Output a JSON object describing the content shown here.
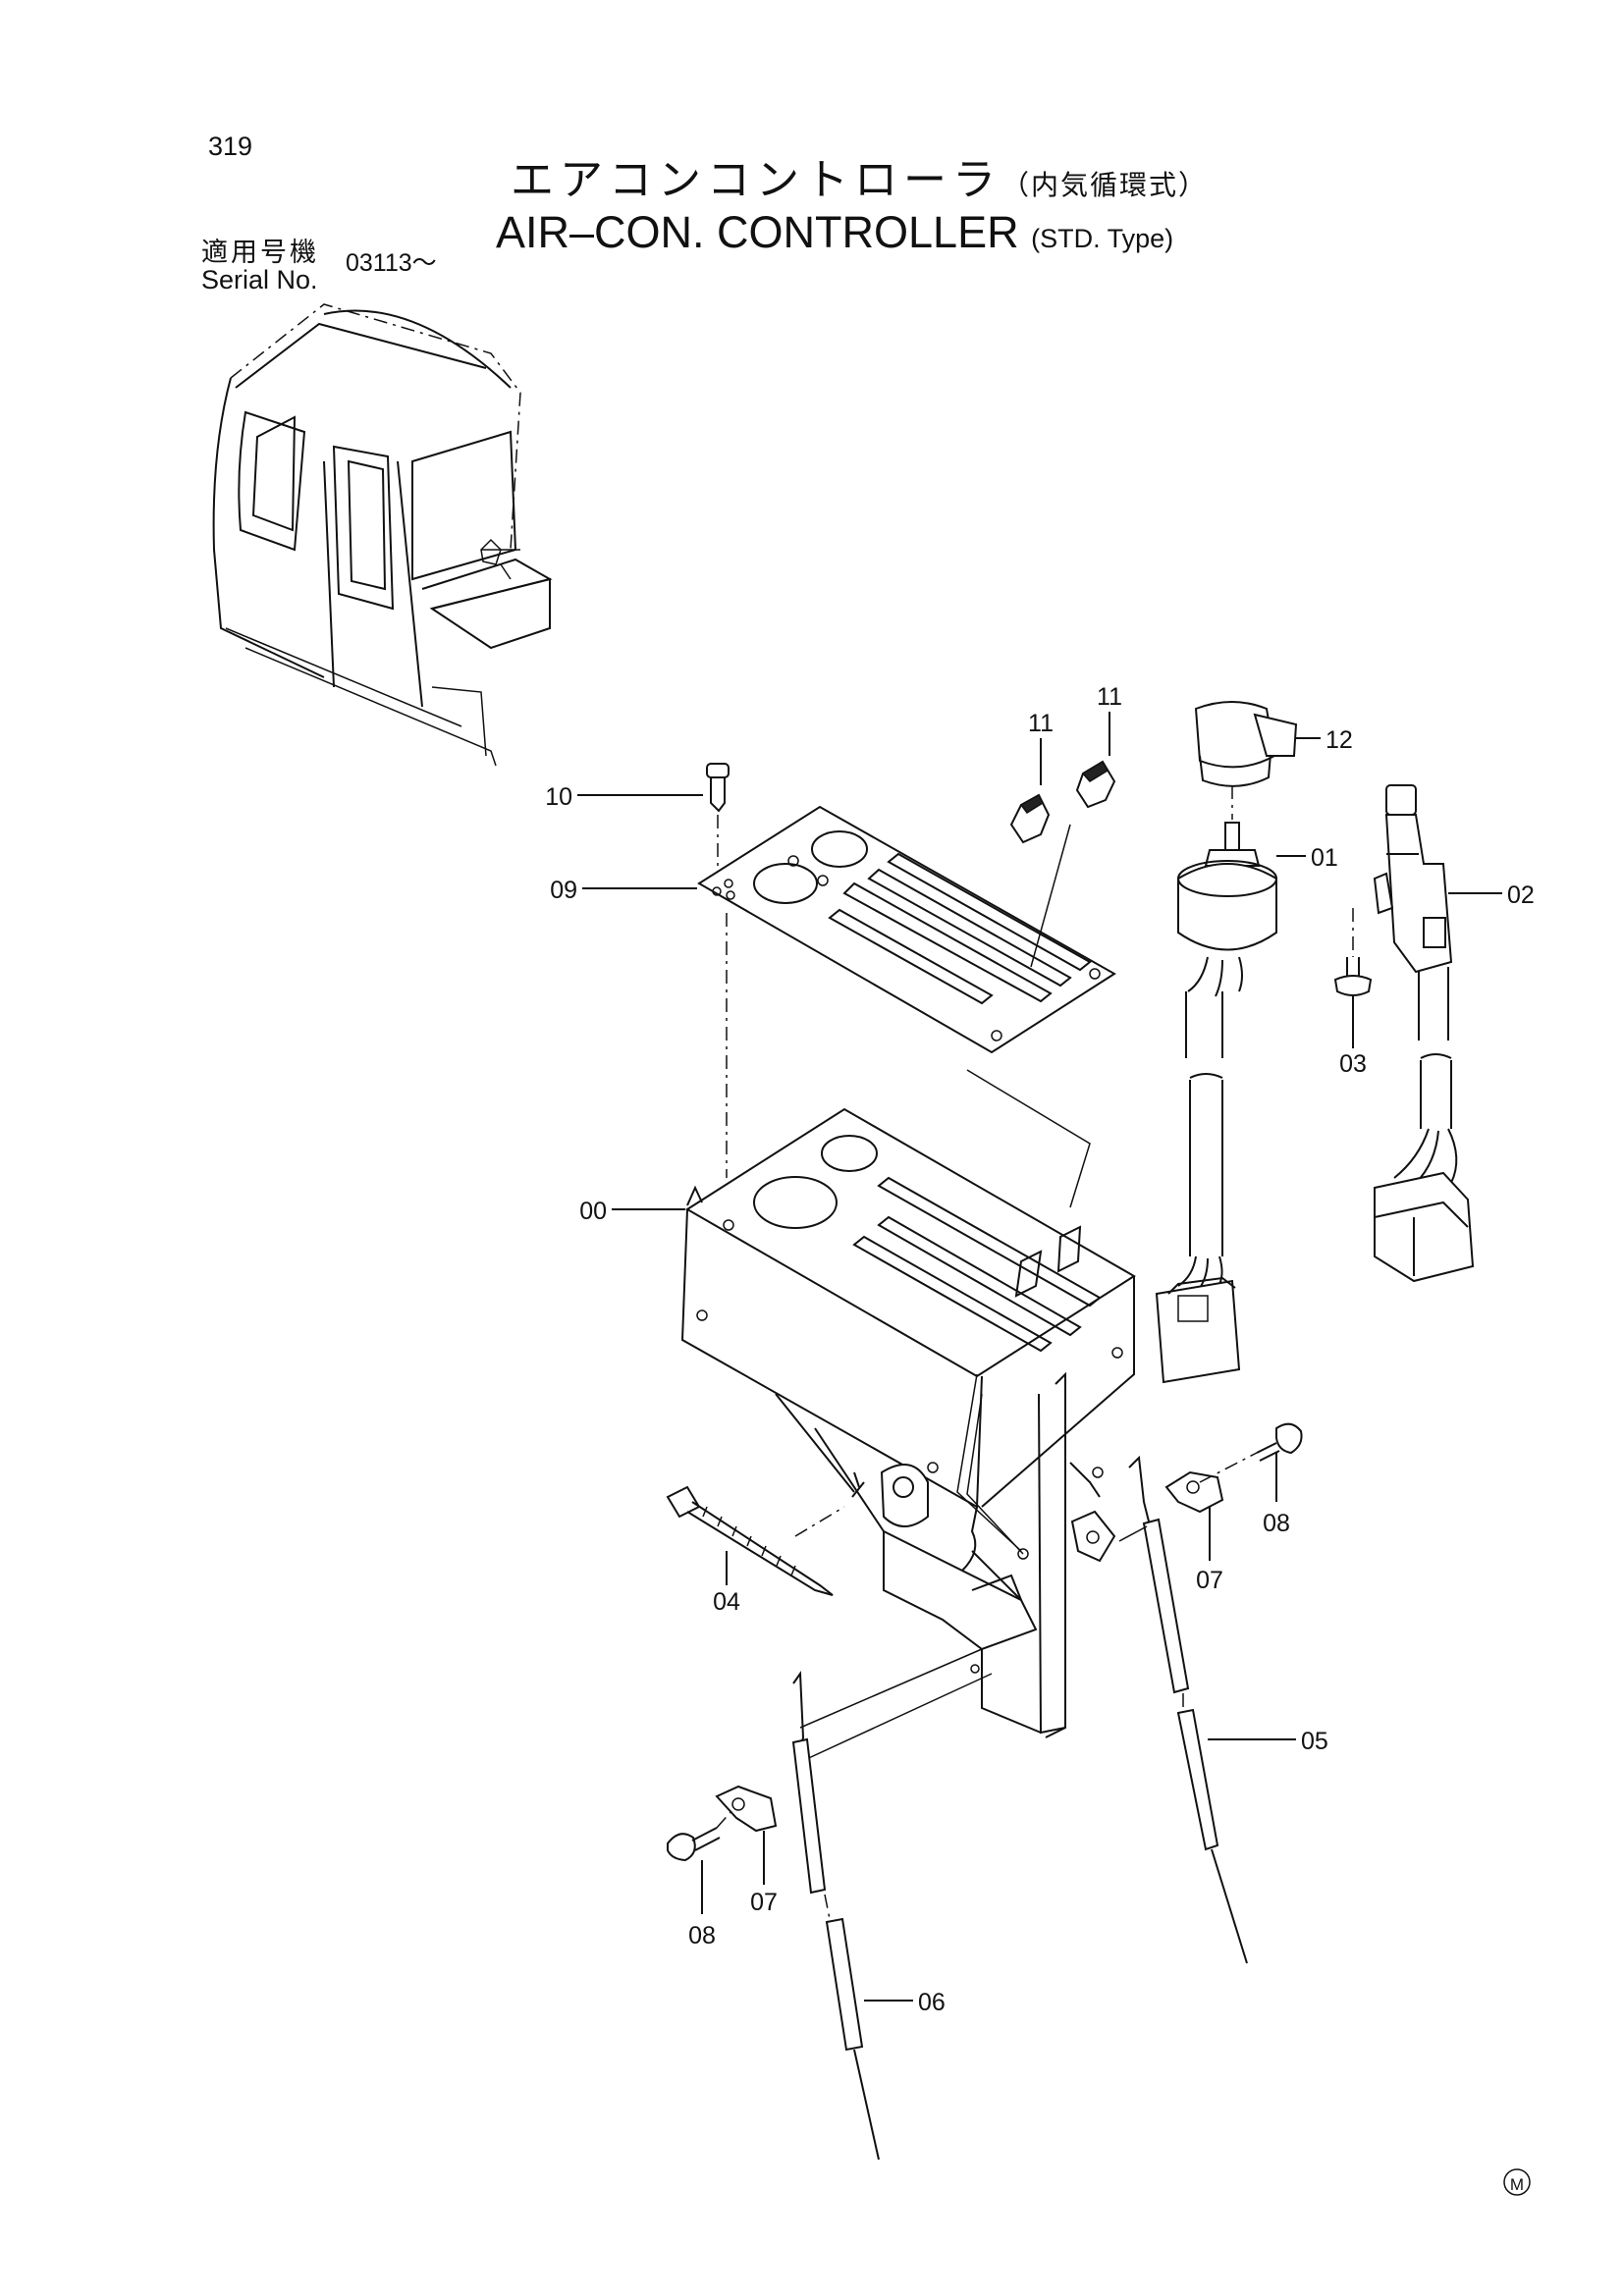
{
  "page_number": "319",
  "title": {
    "japanese": "エアコンコントローラ",
    "japanese_suffix": "（内気循環式）",
    "english": "AIR–CON. CONTROLLER",
    "english_suffix": "(STD. Type)"
  },
  "serial": {
    "label_japanese": "適用号機",
    "label_english": "Serial No.",
    "value": "03113～"
  },
  "callouts": {
    "p00": "00",
    "p01": "01",
    "p02": "02",
    "p03": "03",
    "p04": "04",
    "p05": "05",
    "p06": "06",
    "p07a": "07",
    "p07b": "07",
    "p08a": "08",
    "p08b": "08",
    "p09": "09",
    "p10": "10",
    "p11a": "11",
    "p11b": "11",
    "p12": "12"
  },
  "mark": "Ⓜ"
}
